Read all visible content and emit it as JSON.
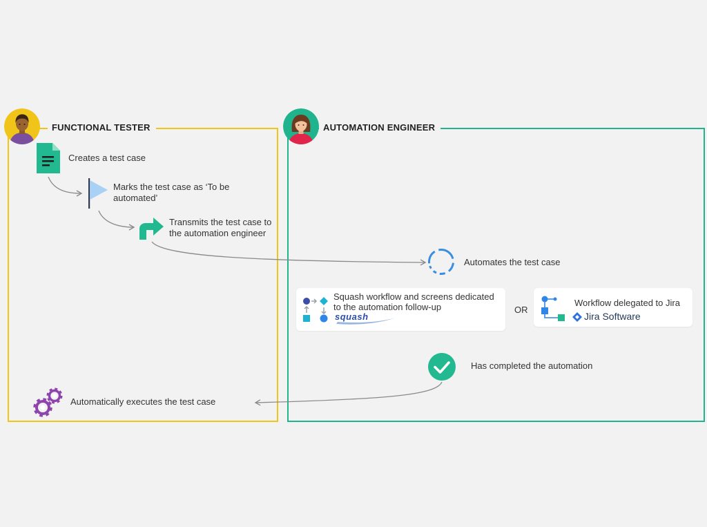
{
  "colors": {
    "tester_frame": "#f0c419",
    "engineer_frame": "#1fb38e",
    "teal": "#22b890",
    "blue": "#3a8de0",
    "purple": "#8e44ad",
    "arrow": "#8a8a8a"
  },
  "functional_tester": {
    "title": "FUNCTIONAL TESTER",
    "steps": {
      "create": "Creates a test case",
      "mark": "Marks the test case as ‘To be automated’",
      "transmit": "Transmits the test case to the automation engineer",
      "execute": "Automatically executes the test case"
    }
  },
  "automation_engineer": {
    "title": "AUTOMATION ENGINEER",
    "steps": {
      "automate": "Automates the test case",
      "completed": "Has completed the automation"
    },
    "options": {
      "squash_text": "Squash workflow and screens dedicated to the automation follow-up",
      "squash_logo": "squash",
      "or": "OR",
      "jira_text": "Workflow delegated to Jira",
      "jira_logo": "Jira Software"
    }
  },
  "icons": {
    "tester_avatar": "male-avatar-icon",
    "engineer_avatar": "female-avatar-icon",
    "create": "document-icon",
    "mark": "flag-icon",
    "transmit": "turn-right-arrow-icon",
    "automate": "loading-circle-icon",
    "completed": "check-circle-icon",
    "execute": "gears-icon",
    "squash": "workflow-icon",
    "jira": "jira-workflow-icon"
  }
}
